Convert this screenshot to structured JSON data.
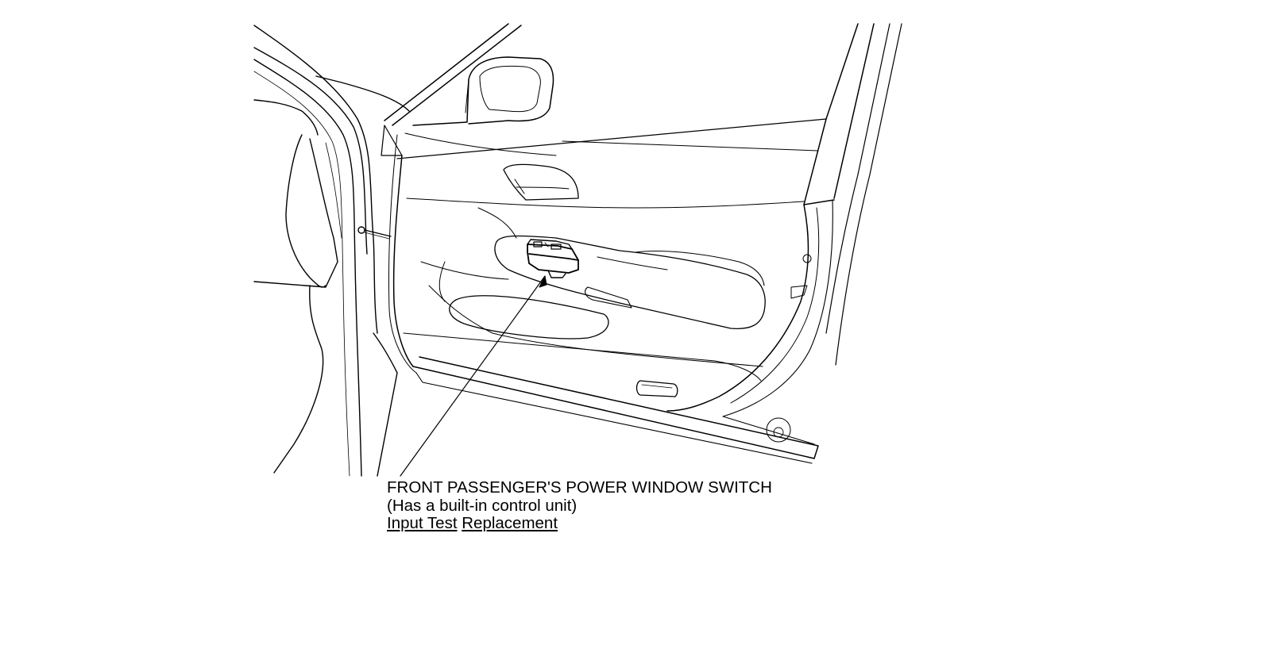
{
  "callout": {
    "title": "FRONT PASSENGER'S POWER WINDOW SWITCH",
    "note": "(Has a built-in control unit)",
    "links": [
      {
        "label": "Input Test"
      },
      {
        "label": "Replacement"
      }
    ]
  },
  "colors": {
    "ink": "#000000",
    "paper": "#ffffff"
  }
}
